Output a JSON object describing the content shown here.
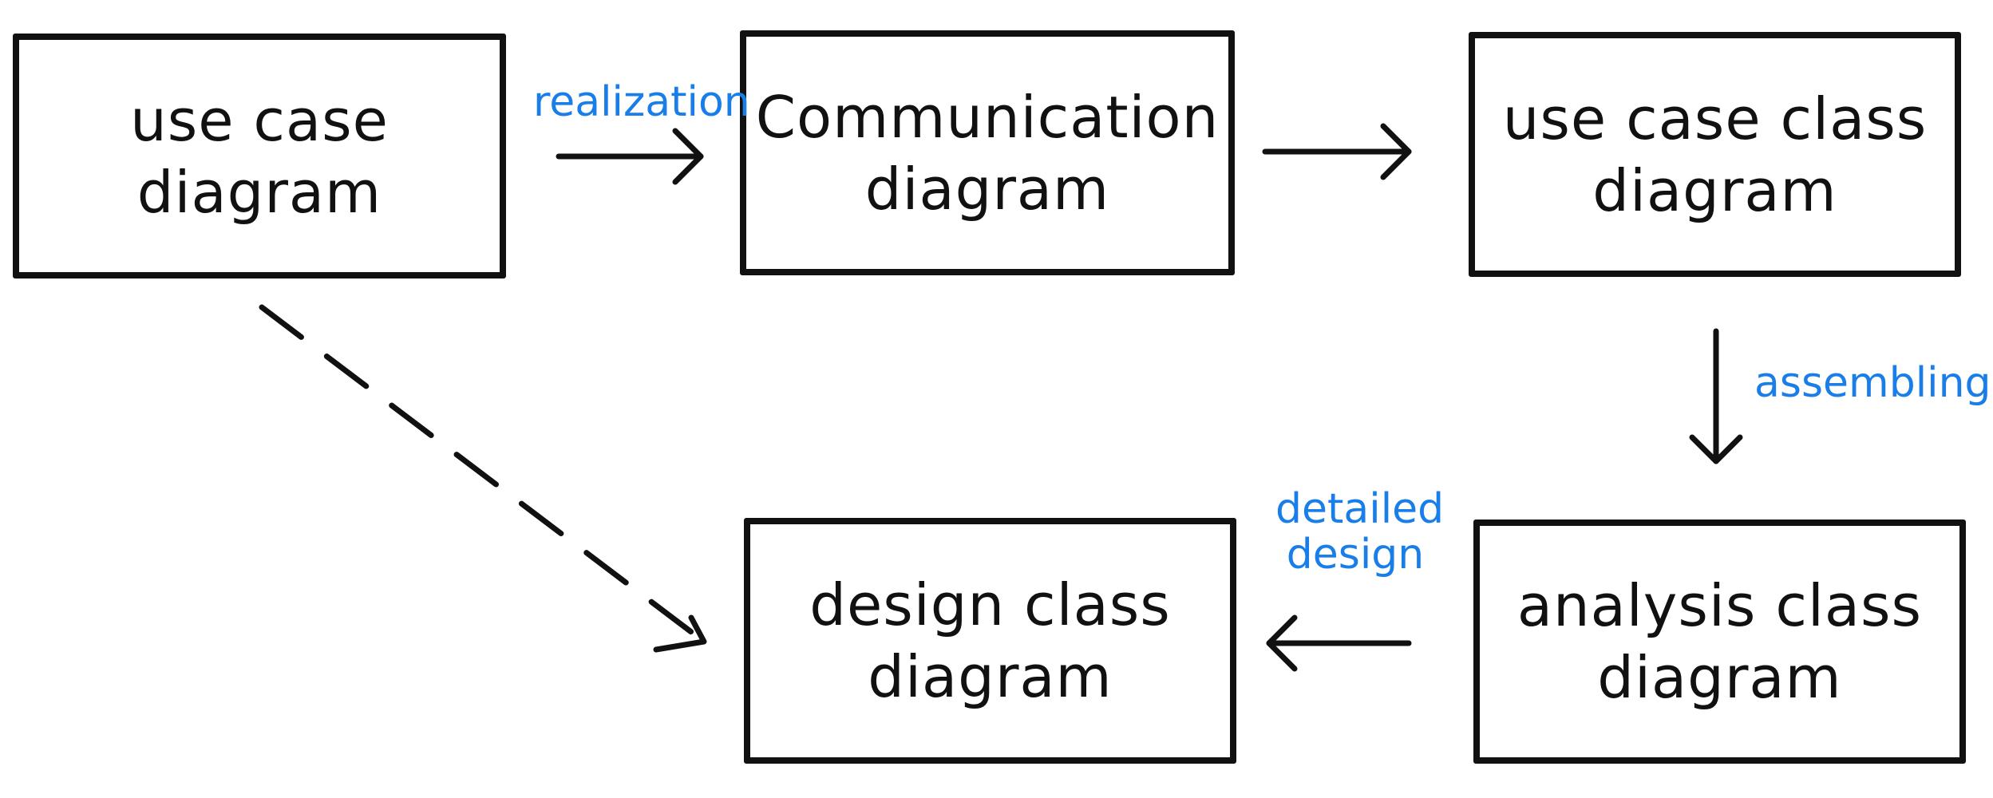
{
  "colors": {
    "stroke": "#111111",
    "label": "#1a7ee8"
  },
  "nodes": {
    "use_case_diagram": "use case diagram",
    "communication_diagram": "Communication diagram",
    "use_case_class_diagram": "use case class diagram",
    "design_class_diagram": "design class diagram",
    "analysis_class_diagram": "analysis class diagram"
  },
  "edges": {
    "realization": "realization",
    "assembling": "assembling",
    "detailed_design": "detailed design"
  }
}
